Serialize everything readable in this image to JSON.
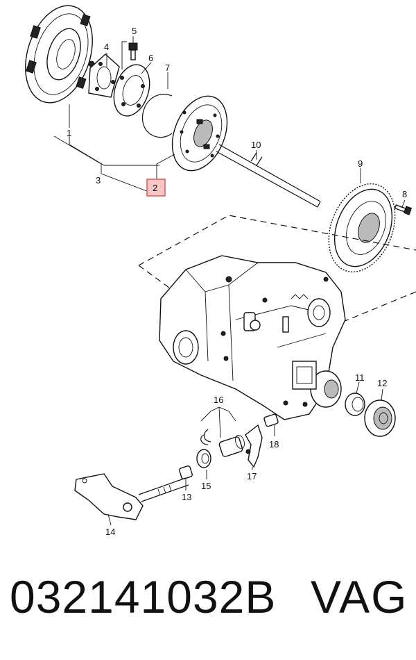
{
  "callouts": {
    "c1": "1",
    "c2": "2",
    "c3": "3",
    "c4": "4",
    "c5": "5",
    "c6": "6",
    "c7": "7",
    "c8": "8",
    "c9": "9",
    "c10": "10",
    "c11": "11",
    "c12": "12",
    "c13": "13",
    "c14": "14",
    "c15": "15",
    "c16": "16",
    "c17": "17",
    "c18": "18"
  },
  "highlight_color": "#e34b4b",
  "footer": {
    "part_number": "032141032B",
    "brand": "VAG"
  }
}
